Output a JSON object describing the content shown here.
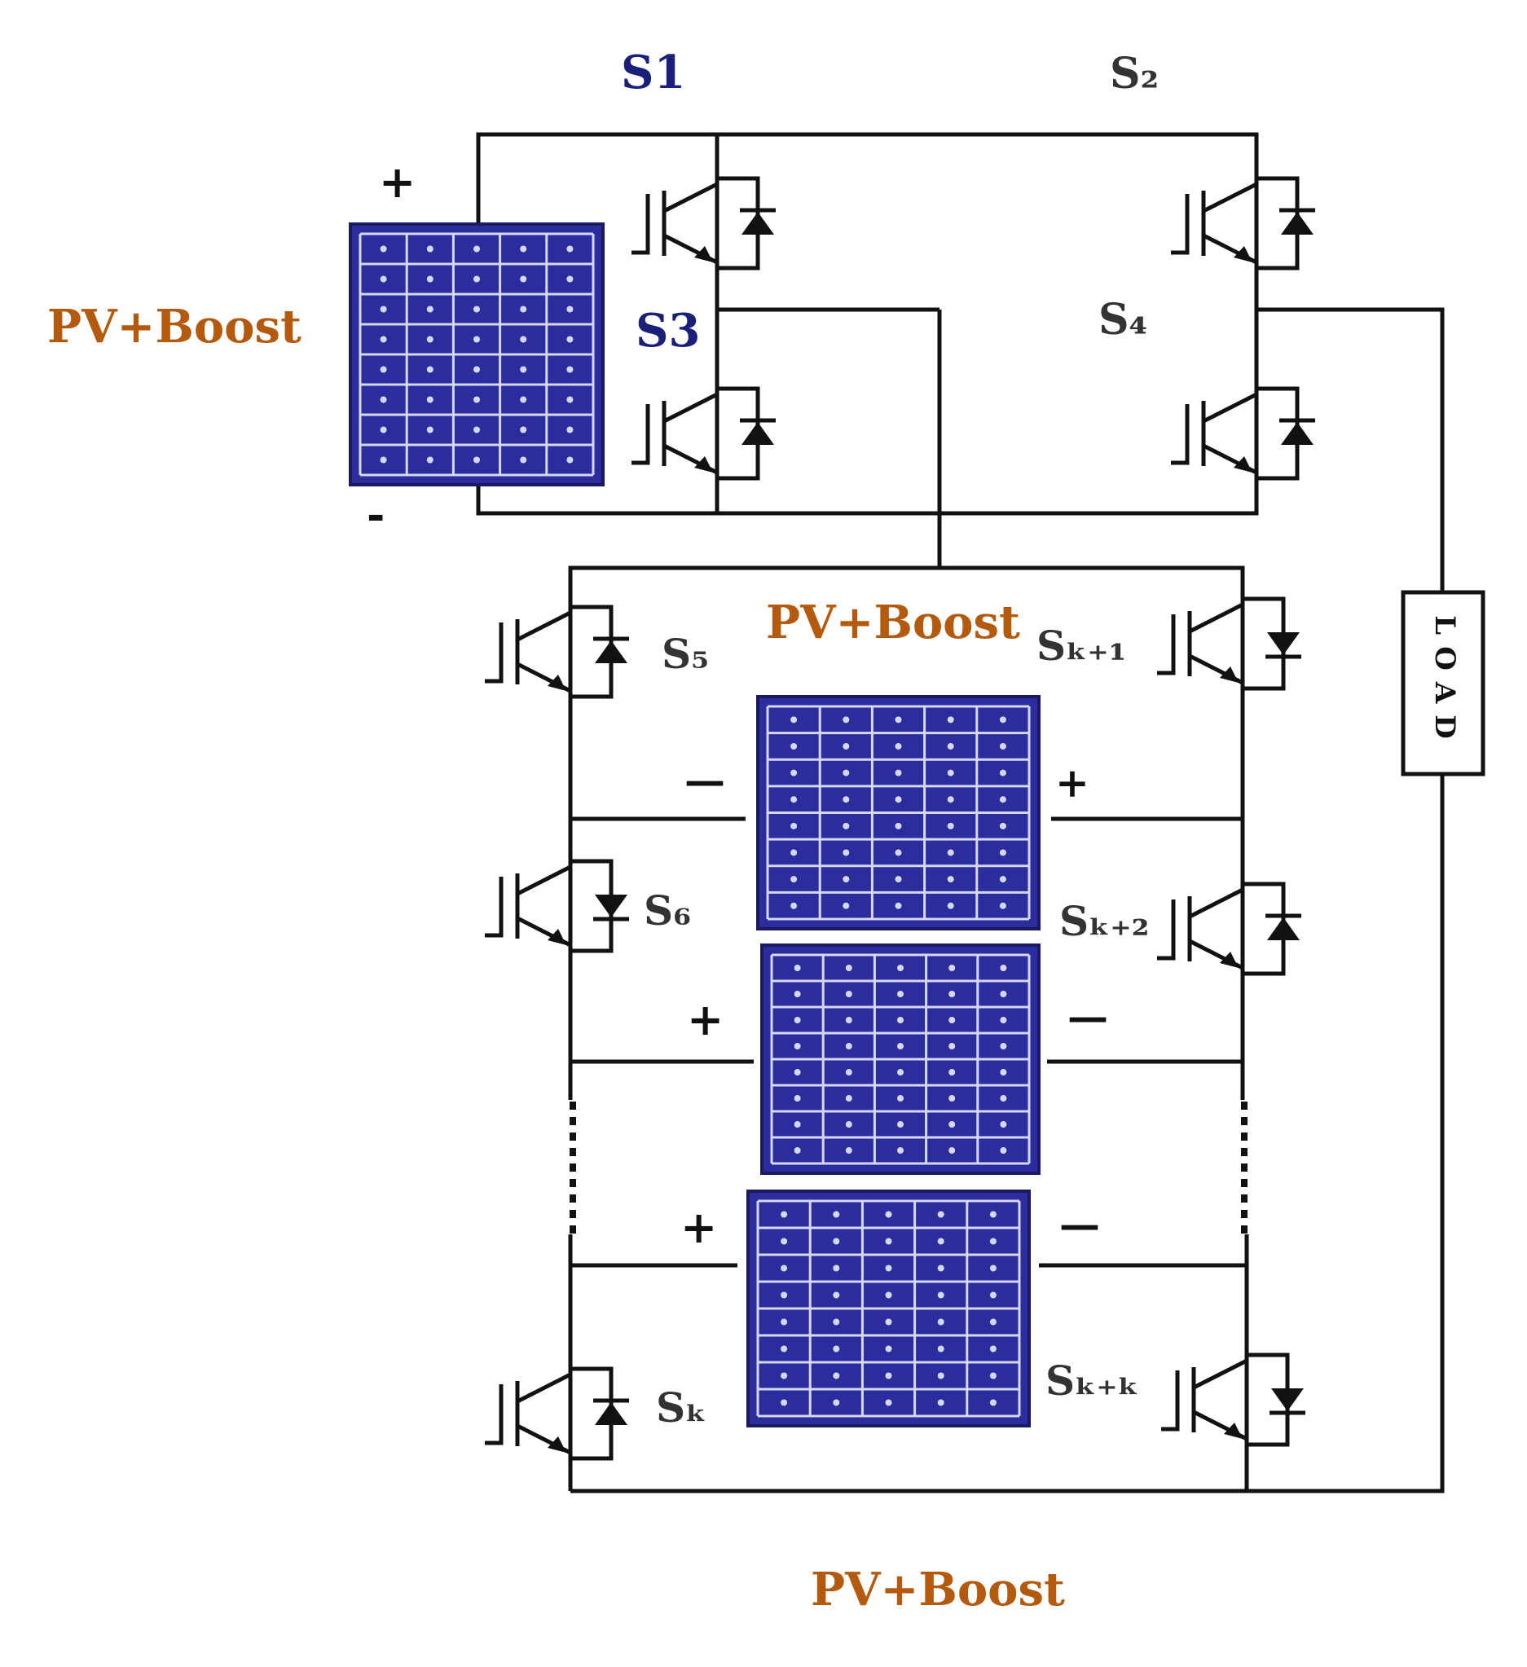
{
  "colors": {
    "wire": "#111111",
    "panel_fill": "#2b2d9e",
    "panel_cell": "#1f2290",
    "panel_grid": "#d4d8f2",
    "pv_label": "#b35a0e",
    "switch_top_label": "#1a1f7a",
    "switch_label": "#333333"
  },
  "labels": {
    "pv_top_left": "PV+Boost",
    "pv_middle": "PV+Boost",
    "pv_bottom": "PV+Boost",
    "s1": "S1",
    "s2": "S₂",
    "s3": "S3",
    "s4": "S₄",
    "s5": "S₅",
    "s6": "S₆",
    "sk": "Sₖ",
    "sk1": "Sₖ₊₁",
    "sk2": "Sₖ₊₂",
    "skk": "Sₖ₊ₖ",
    "load": "LOAD"
  },
  "polarity": {
    "top_pos": "+",
    "top_neg": "-",
    "p1_left": "—",
    "p1_right": "+",
    "p2_left": "+",
    "p2_right": "—",
    "p3_left": "+",
    "p3_right": "—"
  },
  "icons": {
    "pv_panel": "solar-panel-icon",
    "switch": "igbt-with-antiparallel-diode-icon"
  }
}
